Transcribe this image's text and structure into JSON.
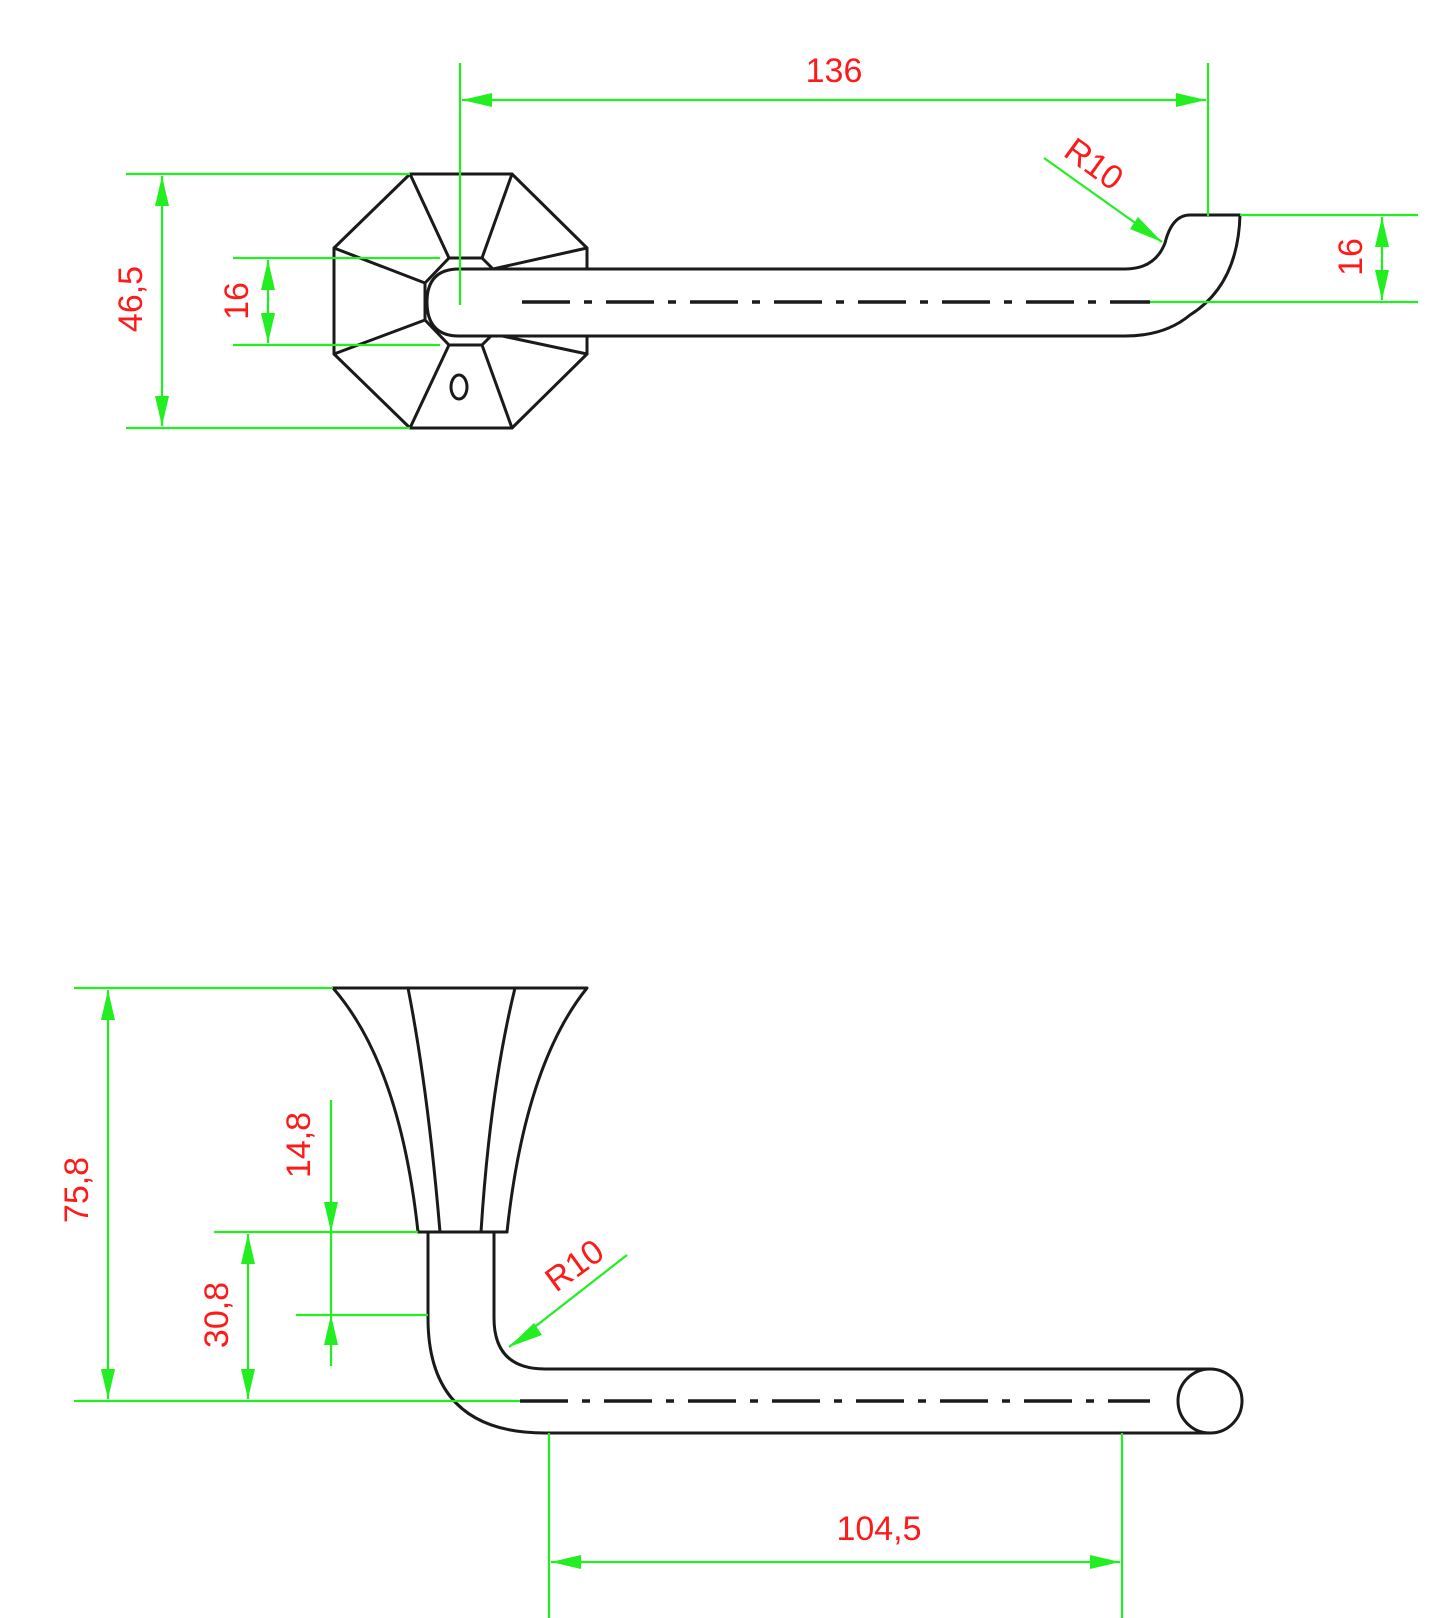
{
  "colors": {
    "dimension_line": "#22ee22",
    "dimension_text": "#ff1a1a",
    "part_outline": "#1a1a1a",
    "background": "#ffffff"
  },
  "top_view": {
    "dims": {
      "length": "136",
      "radius": "R10",
      "plate_height": "46,5",
      "bar_width": "16",
      "hook_height": "16"
    }
  },
  "front_view": {
    "dims": {
      "total_height": "75,8",
      "neck_height": "14,8",
      "bar_height": "30,8",
      "radius": "R10",
      "bar_length": "104,5"
    }
  }
}
